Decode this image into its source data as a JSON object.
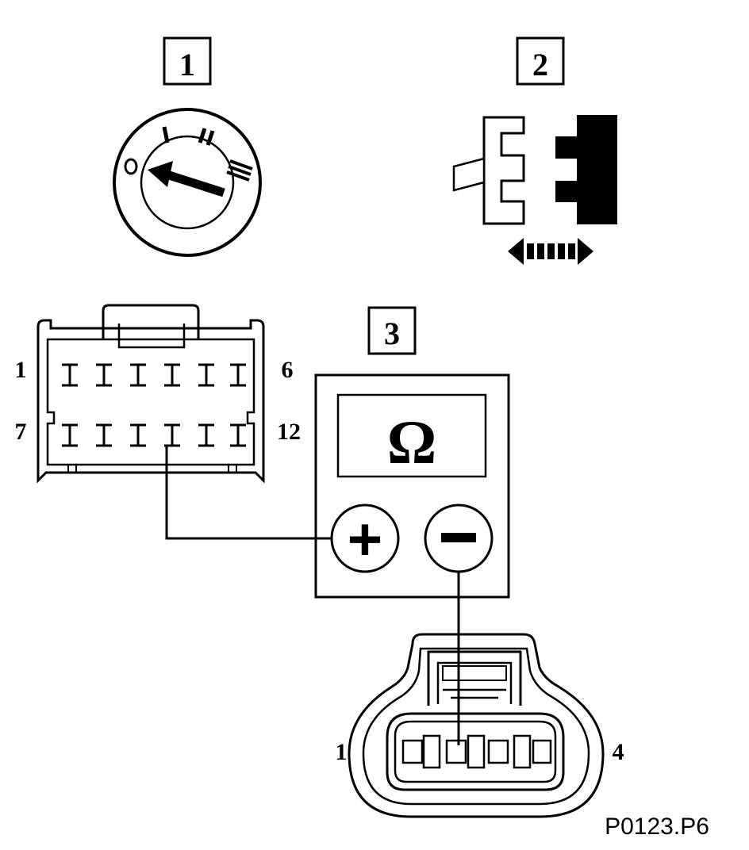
{
  "steps": [
    {
      "label": "1"
    },
    {
      "label": "2"
    },
    {
      "label": "3"
    }
  ],
  "ignition_switch": {
    "positions": [
      "O",
      "I",
      "II",
      "III"
    ],
    "selected_position": "O"
  },
  "connector_12pin": {
    "left_top": "1",
    "right_top": "6",
    "left_bottom": "7",
    "right_bottom": "12",
    "probe_pin": 10
  },
  "meter": {
    "unit_symbol": "Ω",
    "plus_symbol": "+",
    "minus_symbol": "−"
  },
  "connector_4pin": {
    "left": "1",
    "right": "4",
    "probe_pin": 2
  },
  "figure_code": "P0123.P6",
  "colors": {
    "ink": "#000000",
    "paper": "#ffffff"
  }
}
